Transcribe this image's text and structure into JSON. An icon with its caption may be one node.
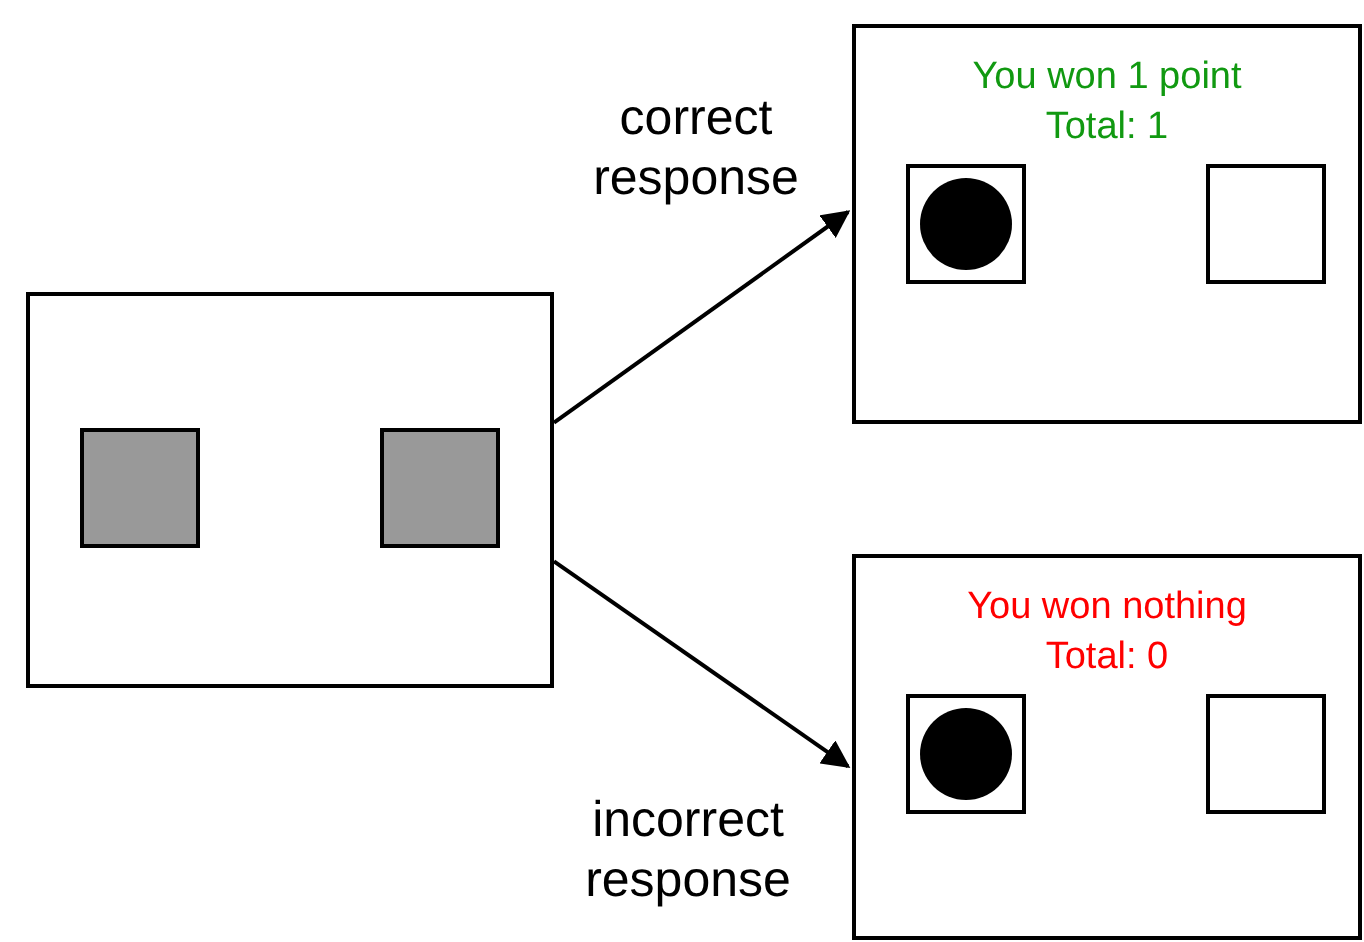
{
  "diagram": {
    "nodes": [
      {
        "text": [],
        "shape": "box"
      },
      {
        "text": [],
        "shape": "box",
        "in": 0
      },
      {
        "text": [],
        "shape": "box",
        "in": 0
      },
      {
        "text": [
          "You won 1 point",
          "Total: 1"
        ]
      },
      {
        "text": [],
        "shape": "box",
        "in": 3
      },
      {
        "text": [],
        "shape": "circle",
        "in": 4
      },
      {
        "text": [],
        "shape": "box",
        "in": 3
      },
      {
        "text": [
          "You won nothing",
          "Total: 0"
        ]
      },
      {
        "text": [],
        "shape": "box",
        "in": 7
      },
      {
        "text": [],
        "shape": "circle",
        "in": 8
      },
      {
        "text": [],
        "shape": "box",
        "in": 7
      }
    ],
    "edges": [
      {
        "from": 0,
        "to": 3,
        "arrow": "to",
        "label": "correct response"
      },
      {
        "from": 0,
        "to": 7,
        "arrow": "to",
        "label": "incorrect response"
      }
    ]
  }
}
